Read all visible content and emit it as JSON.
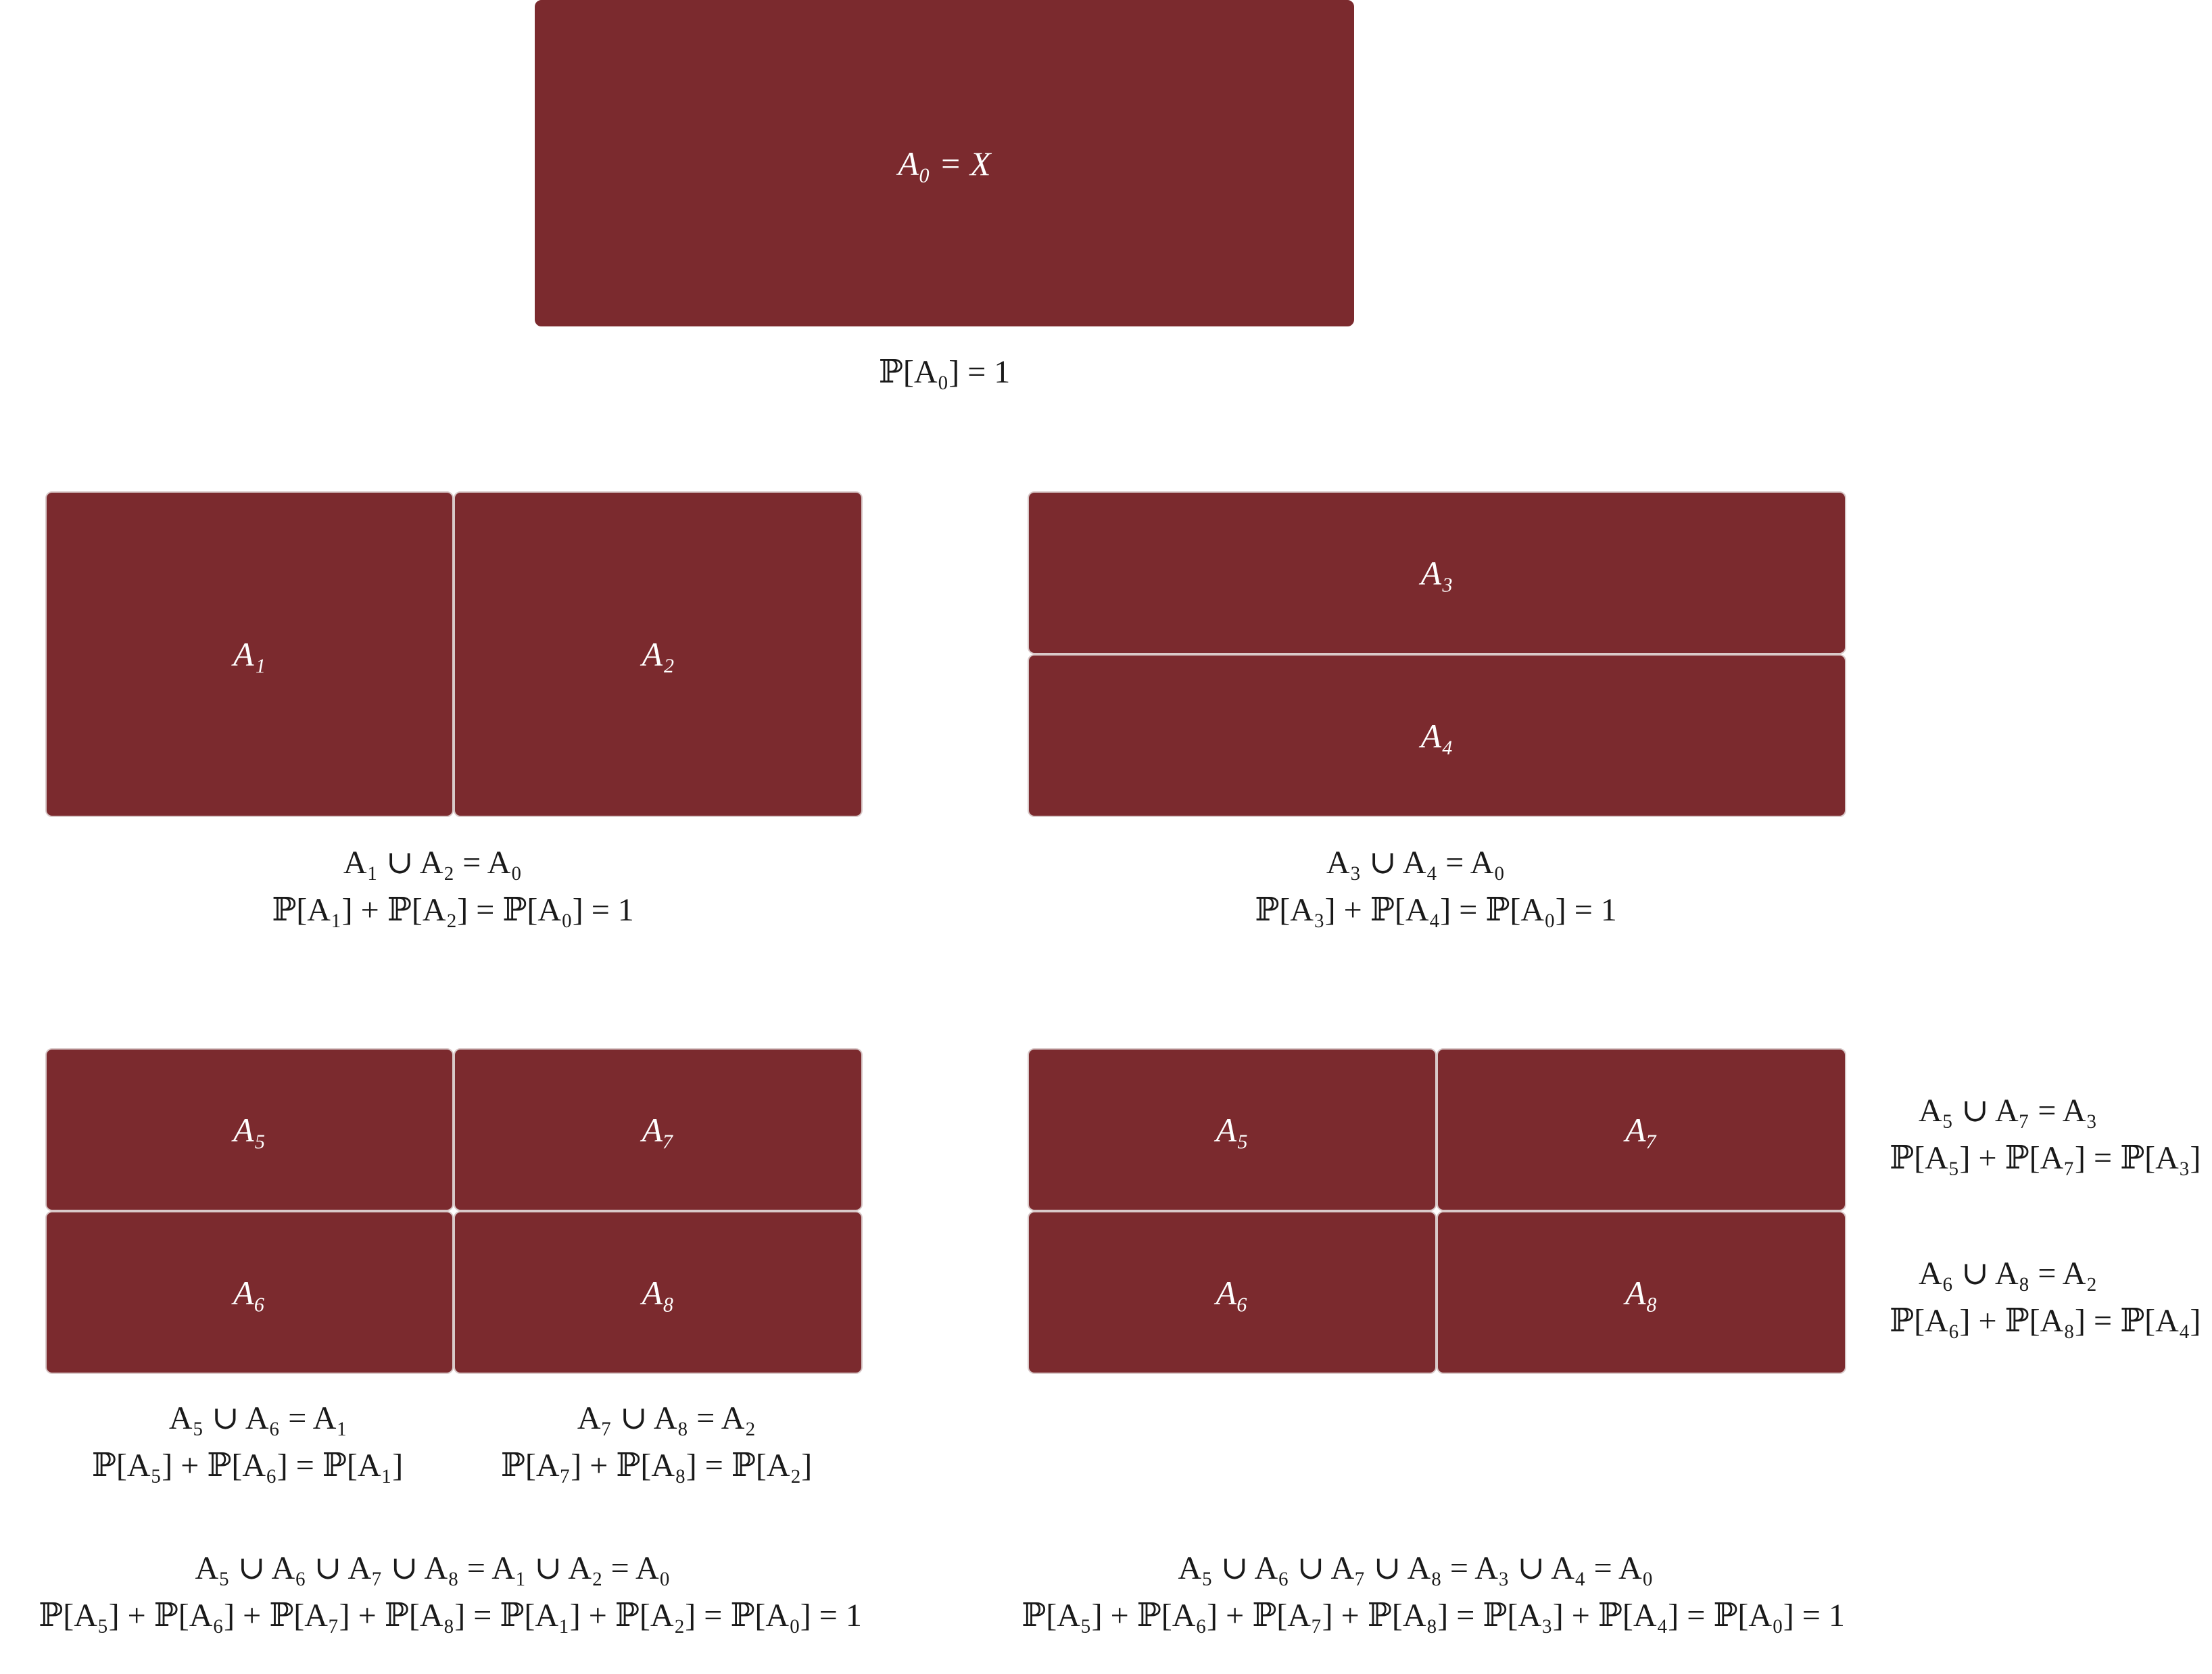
{
  "boxes": {
    "a0": "A₀ = X",
    "a1": "A₁",
    "a2": "A₂",
    "a3": "A₃",
    "a4": "A₄",
    "q1": {
      "a5": "A₅",
      "a6": "A₆",
      "a7": "A₇",
      "a8": "A₈"
    },
    "q2": {
      "a5": "A₅",
      "a6": "A₆",
      "a7": "A₇",
      "a8": "A₈"
    }
  },
  "equations": {
    "top_prob": "ℙ[A₀] = 1",
    "left_union": "A₁  ∪   A₂  =   A₀",
    "left_prob": "ℙ[A₁] + ℙ[A₂] = ℙ[A₀] = 1",
    "right_union": "A₃  ∪   A₄  =   A₀",
    "right_prob": "ℙ[A₃] + ℙ[A₄] = ℙ[A₀] = 1",
    "q1_union_a": "A₅  ∪   A₆  =   A₁",
    "q1_prob_a": "ℙ[A₅] + ℙ[A₆] = ℙ[A₁]",
    "q1_union_b": "A₇  ∪   A₈  =   A₂",
    "q1_prob_b": "ℙ[A₇] + ℙ[A₈] = ℙ[A₂]",
    "q2_union_a": "A₅  ∪   A₇  =   A₃",
    "q2_prob_a": "ℙ[A₅] + ℙ[A₇] = ℙ[A₃]",
    "q2_union_b": "A₆  ∪   A₈  =   A₂",
    "q2_prob_b": "ℙ[A₆] + ℙ[A₈] = ℙ[A₄]",
    "bottom_left_union": "A₅  ∪   A₆  ∪   A₇  ∪   A₈   =   A₁  ∪   A₂   =   A₀",
    "bottom_left_prob": "ℙ[A₅] + ℙ[A₆] + ℙ[A₇] + ℙ[A₈]  = ℙ[A₁] + ℙ[A₂]  = ℙ[A₀] = 1",
    "bottom_right_union": "A₅  ∪   A₆  ∪   A₇  ∪   A₈   =   A₃  ∪   A₄   =   A₀",
    "bottom_right_prob": "ℙ[A₅] + ℙ[A₆] + ℙ[A₇] + ℙ[A₈]  = ℙ[A₃] + ℙ[A₄]  = ℙ[A₀] = 1"
  },
  "colors": {
    "region_fill": "#7b2a2e",
    "region_border": "#d9c9c9"
  }
}
